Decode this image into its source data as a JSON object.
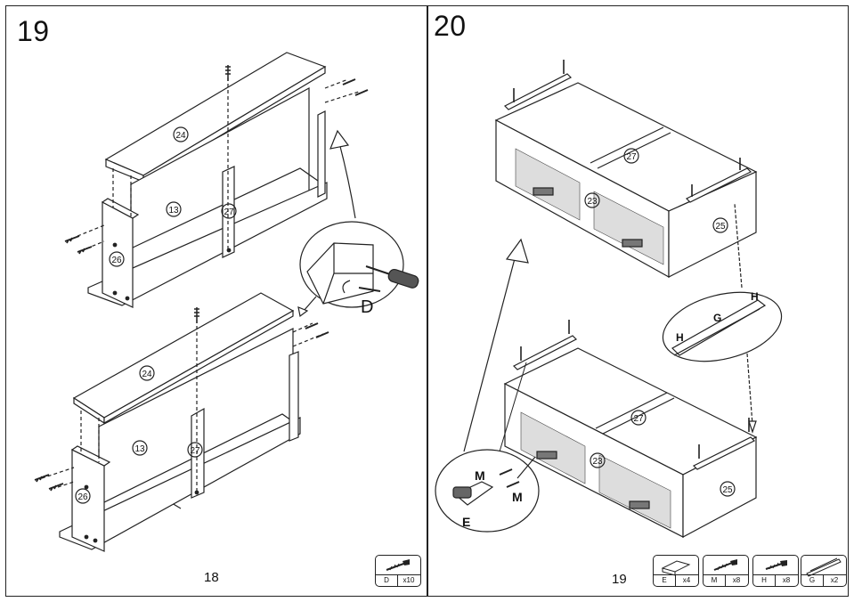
{
  "left_page": {
    "step": "19",
    "page_number": "18",
    "top_assembly": {
      "top_panel": "24",
      "back_panel": "13",
      "divider": "27",
      "side_panel": "26"
    },
    "bottom_assembly": {
      "top_panel": "24",
      "back_panel": "13",
      "divider": "27",
      "side_panel": "26"
    },
    "detail_part": "D",
    "hardware": [
      {
        "code": "D",
        "qty": "x10",
        "icon": "screw-icon"
      }
    ]
  },
  "right_page": {
    "step": "20",
    "page_number": "19",
    "top_drawer": {
      "bottom_panel": "27",
      "front_panel": "23",
      "side_panel": "25"
    },
    "bottom_drawer": {
      "bottom_panel": "27",
      "front_panel": "23",
      "side_panel": "25"
    },
    "slide_detail": {
      "left": "H",
      "middle": "G",
      "right": "H"
    },
    "handle_detail": {
      "screw_top": "M",
      "screw_bottom": "M",
      "handle": "E"
    },
    "hardware": [
      {
        "code": "E",
        "qty": "x4",
        "icon": "handle-block-icon"
      },
      {
        "code": "M",
        "qty": "x8",
        "icon": "screw-icon"
      },
      {
        "code": "H",
        "qty": "x8",
        "icon": "screw-icon"
      },
      {
        "code": "G",
        "qty": "x2",
        "icon": "drawer-slide-icon"
      }
    ]
  }
}
